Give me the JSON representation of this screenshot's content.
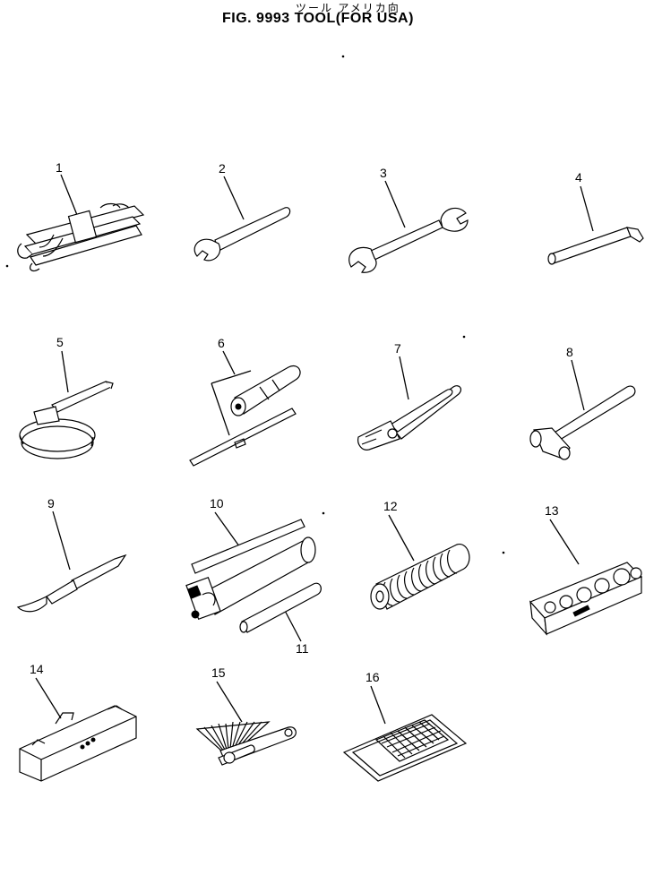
{
  "header": {
    "japanese_title": "ツール アメリカ向",
    "title": "FIG. 9993  TOOL(FOR USA)"
  },
  "callouts": [
    "1",
    "2",
    "3",
    "4",
    "5",
    "6",
    "7",
    "8",
    "9",
    "10",
    "11",
    "12",
    "13",
    "14",
    "15",
    "16"
  ]
}
